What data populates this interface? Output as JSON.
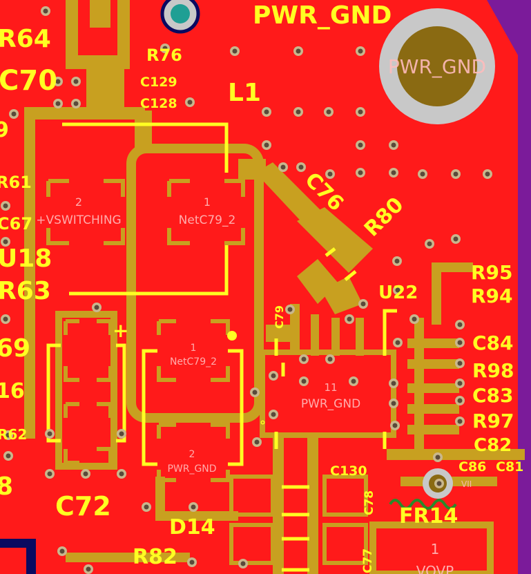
{
  "colors": {
    "copper_pour": "#ff1a1a",
    "trace": "#c8a020",
    "silkscreen": "#ffff22",
    "via_ring": "#c9b78d",
    "via_hole": "#5a4a3a",
    "mount_hole_ring": "#c8c8c8",
    "mount_hole_fill": "#8a6a12",
    "board_edge": "#7b1b9a",
    "test_point": "#1f9f94"
  },
  "refdes": {
    "pwr_gnd": "PWR_GND",
    "r64": "R64",
    "c70": "C70",
    "r76": "R76",
    "c129": "C129",
    "c128": "C128",
    "l1": "L1",
    "r61": "R61",
    "c67": "C67",
    "u18": "U18",
    "r63": "R63",
    "c76": "C76",
    "r80": "R80",
    "r95": "R95",
    "r94": "R94",
    "u22": "U22",
    "c79": "C79",
    "c84": "C84",
    "r98": "R98",
    "c83": "C83",
    "r97": "R97",
    "c82": "C82",
    "c86": "C86",
    "c81": "C81",
    "c130": "C130",
    "c78": "C78",
    "c77": "C77",
    "fr14": "FR14",
    "d14": "D14",
    "c72": "C72",
    "r82": "R82",
    "r62": "R62",
    "frag_9": "9",
    "frag_69": "69",
    "frag_16": "16",
    "frag_8": "8",
    "plus": "+",
    "degree": "°"
  },
  "nets": {
    "mount_hole": "PWR_GND",
    "l1_pad2_num": "2",
    "l1_pad2_net": "+VSWITCHING",
    "l1_pad1_num": "1",
    "l1_pad1_net": "NetC79_2",
    "c72_pad1_num": "1",
    "c72_pad1_net": "NetC79_2",
    "c72_pad2_num": "2",
    "c72_pad2_net": "PWR_GND",
    "u22_pad_num": "11",
    "u22_pad_net": "PWR_GND",
    "fr14_pad_num": "1",
    "fr14_pad_net": "VOVP",
    "c86_net": "VII"
  }
}
